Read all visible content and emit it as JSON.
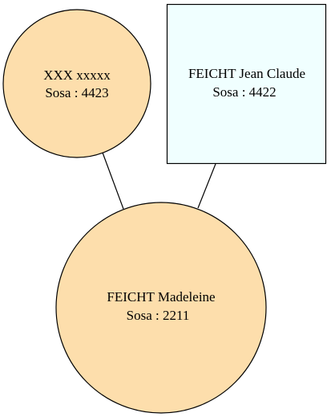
{
  "colors": {
    "female_fill": "#fddeac",
    "male_fill": "#f0ffff",
    "stroke": "#000000",
    "background": "#ffffff"
  },
  "nodes": {
    "mother": {
      "name": "XXX xxxxx",
      "sosa": "Sosa : 4423",
      "shape": "circle"
    },
    "father": {
      "name": "FEICHT Jean Claude",
      "sosa": "Sosa : 4422",
      "shape": "box"
    },
    "child": {
      "name": "FEICHT Madeleine",
      "sosa": "Sosa : 2211",
      "shape": "circle"
    }
  }
}
